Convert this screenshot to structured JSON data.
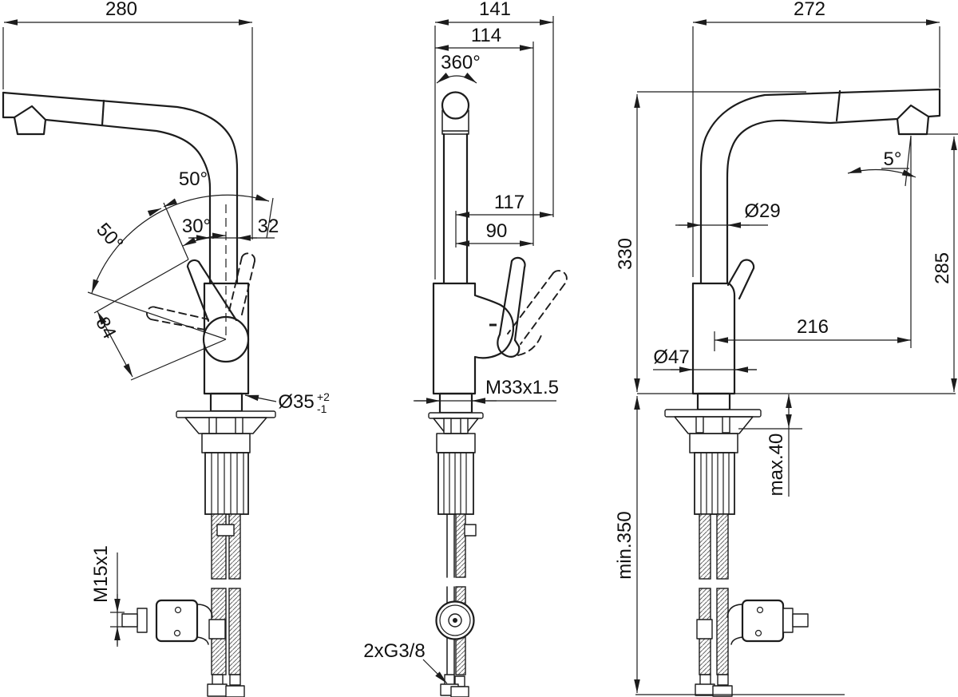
{
  "drawing": {
    "views": {
      "front_left": {
        "spout_reach": "280",
        "swing_angle_upper": "50°",
        "swing_angle_mid": "30°",
        "spout_offset": "32",
        "swing_angle_side": "50°",
        "lever_length": "84",
        "base_diameter": "Ø35",
        "base_tol_upper": "+2",
        "base_tol_lower": "-1",
        "outlet_thread": "M15x1"
      },
      "side": {
        "total_depth": "141",
        "inner_depth": "114",
        "swivel_range": "360°",
        "lever_reach": "117",
        "lever_reach_inner": "90",
        "mounting_thread": "M33x1.5",
        "supply_thread": "2xG3/8"
      },
      "front_right": {
        "spout_reach": "272",
        "outlet_angle": "5°",
        "spout_diameter": "Ø29",
        "spout_height": "330",
        "outlet_height": "285",
        "reach_from_axis": "216",
        "body_diameter": "Ø47",
        "deck_thickness": "max.40",
        "clearance_below": "min.350"
      }
    },
    "colors": {
      "line": "#1c1c1c",
      "text": "#111111",
      "background": "#ffffff"
    }
  }
}
